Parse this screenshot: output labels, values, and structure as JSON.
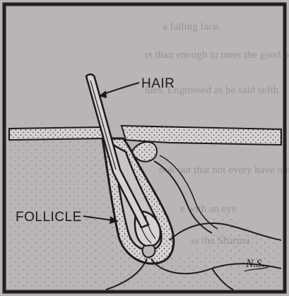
{
  "labels": {
    "hair": "HAIR",
    "follicle": "FOLLICLE"
  },
  "signature": "N.S.",
  "bleed_through": [
    "a falling face.",
    "rs than enough to meet the good of",
    "lues. Engrossed as he said sefth",
    "ook out that not every have out u",
    "e with an eye",
    "ss the Sharma"
  ],
  "colors": {
    "paper": "#b9b4b5",
    "ink": "#1c1a1c",
    "skin_fill": "#d6d2d3",
    "frame": "#232023"
  }
}
